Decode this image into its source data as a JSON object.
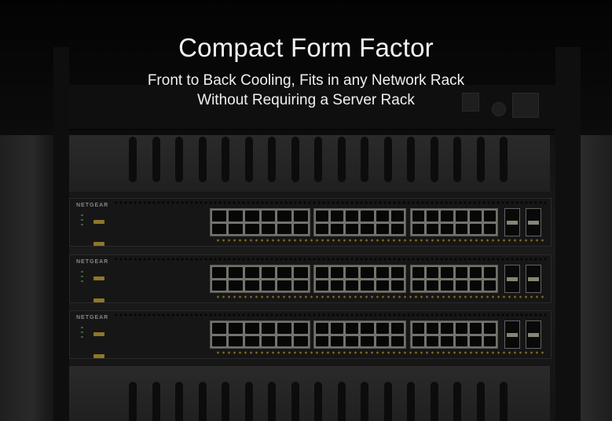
{
  "hero": {
    "title": "Compact Form Factor",
    "subtitle_line1": "Front to Back Cooling, Fits in any Network Rack",
    "subtitle_line2": "Without Requiring a Server Rack"
  },
  "image": {
    "subject": "three-stacked-network-switches-in-rack",
    "switches": [
      {
        "brand": "NETGEAR"
      },
      {
        "brand": "NETGEAR"
      },
      {
        "brand": "NETGEAR"
      }
    ],
    "colors": {
      "background": "#0b0b0b",
      "text": "#f2f2f2",
      "port_frame": "#9ea093",
      "label_gold": "#c6a43a"
    }
  }
}
